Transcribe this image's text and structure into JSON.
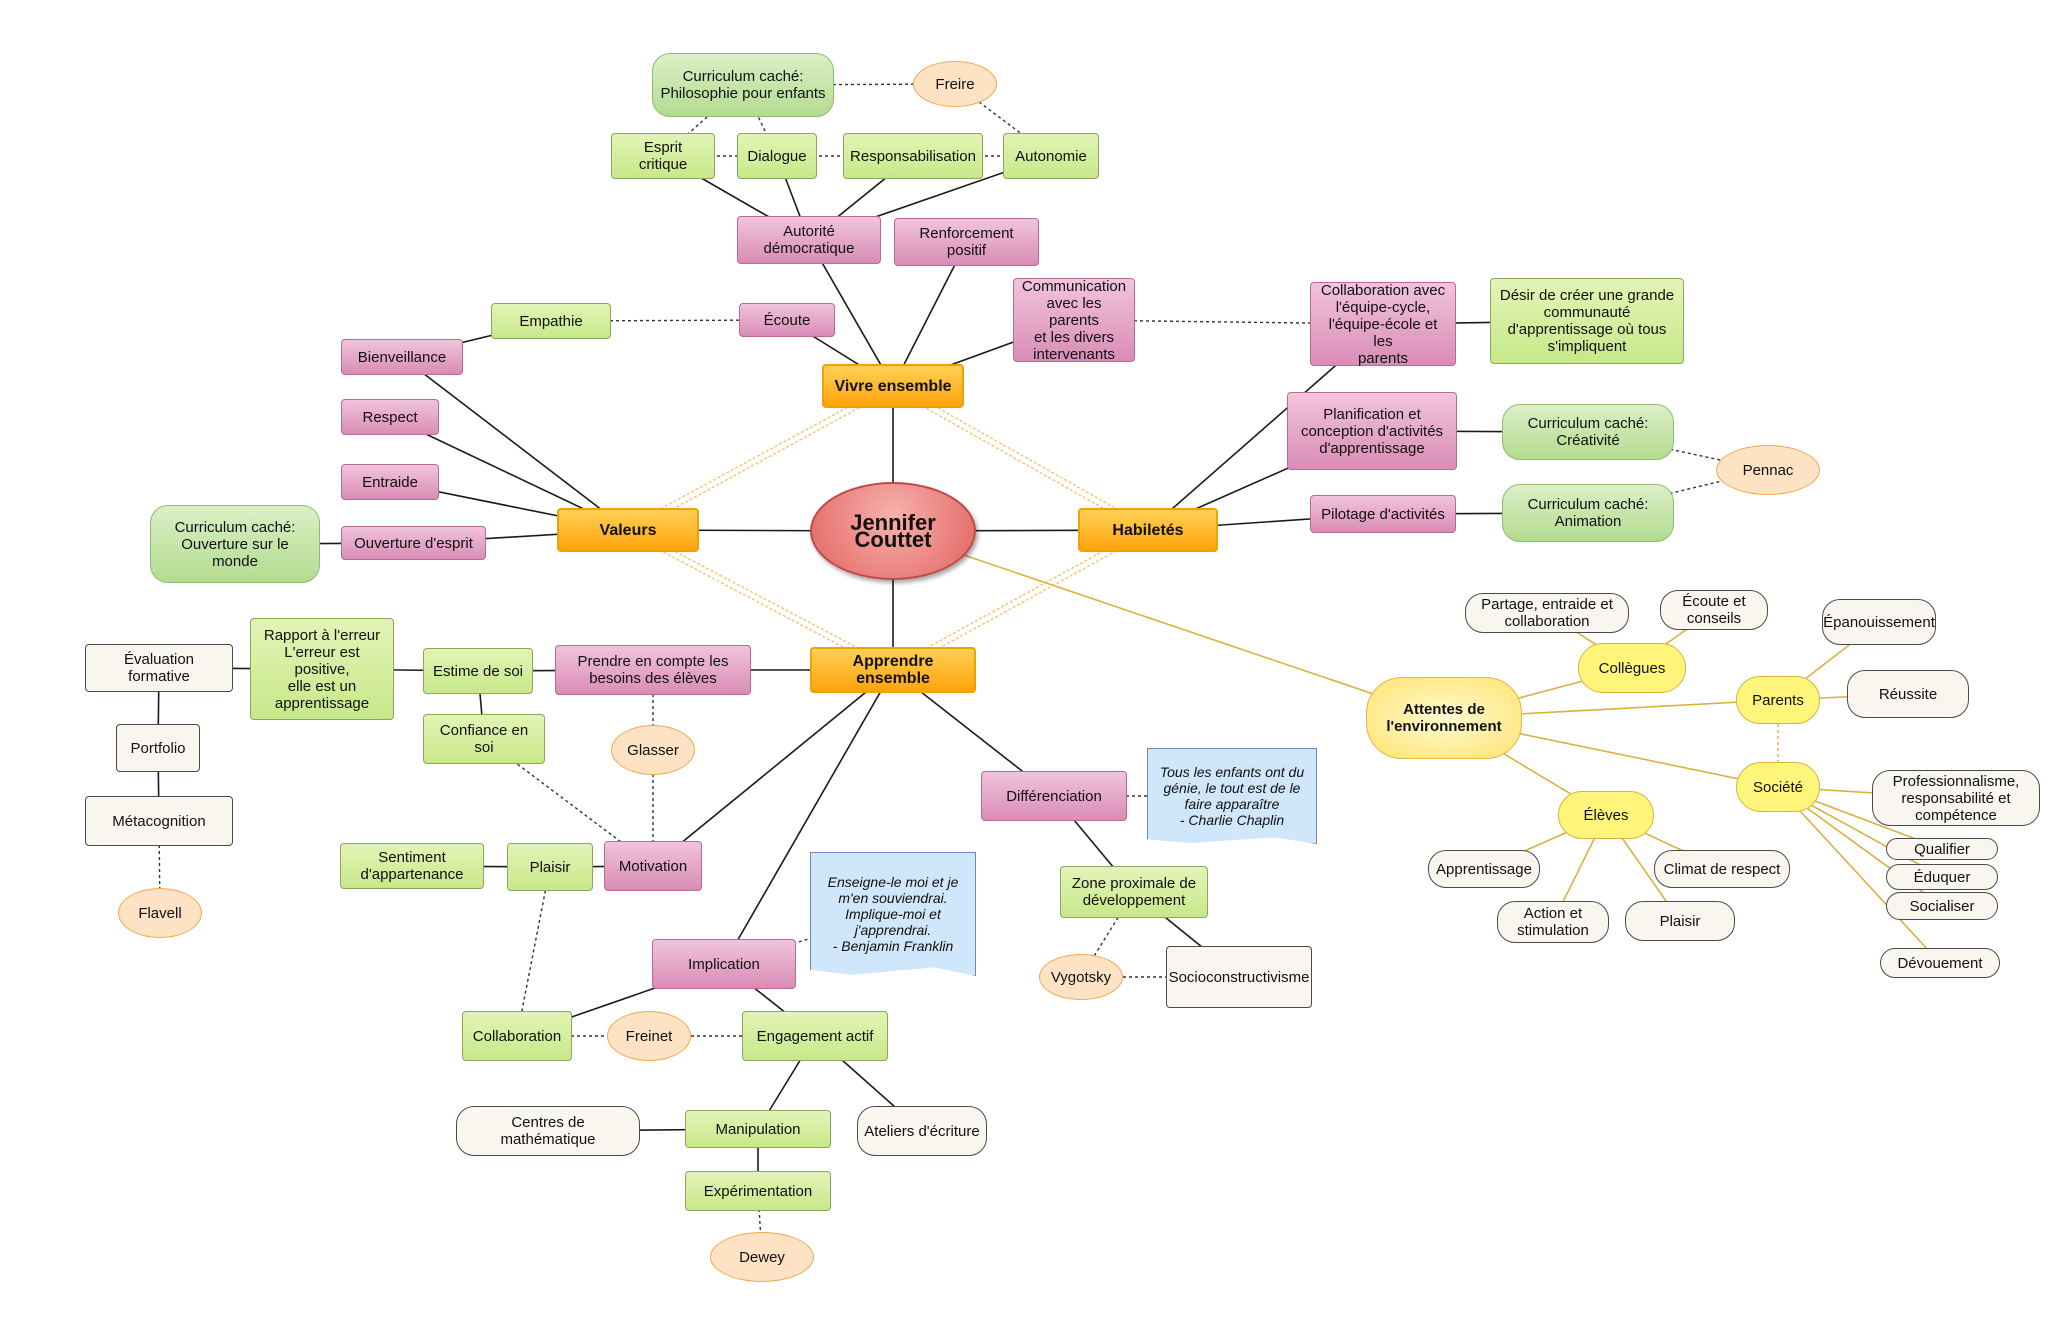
{
  "nodes": {
    "center": "Jennifer Couttet",
    "vivre": "Vivre ensemble",
    "valeurs": "Valeurs",
    "habiletes": "Habiletés",
    "apprendre": "Apprendre ensemble",
    "attentes": "Attentes de\nl'environnement",
    "cc_philo": "Curriculum caché:\nPhilosophie pour enfants",
    "freire": "Freire",
    "esprit_critique": "Esprit critique",
    "dialogue": "Dialogue",
    "responsabilisation": "Responsabilisation",
    "autonomie": "Autonomie",
    "autorite": "Autorité\ndémocratique",
    "renforcement": "Renforcement positif",
    "ecoute": "Écoute",
    "communication": "Communication\navec les parents\net les divers\nintervenants",
    "empathie": "Empathie",
    "bienveillance": "Bienveillance",
    "respect": "Respect",
    "entraide": "Entraide",
    "ouverture": "Ouverture d'esprit",
    "cc_monde": "Curriculum caché:\nOuverture sur le monde",
    "collab_equipe": "Collaboration avec\nl'équipe-cycle,\nl'équipe-école et les\nparents",
    "desir": "Désir de créer une grande\ncommunauté\nd'apprentissage où tous\ns'impliquent",
    "planification": "Planification et\nconception d'activités\nd'apprentissage",
    "cc_creativite": "Curriculum caché:\nCréativité",
    "pilotage": "Pilotage d'activités",
    "cc_animation": "Curriculum caché:\nAnimation",
    "pennac": "Pennac",
    "eval_formative": "Évaluation formative",
    "rapport_erreur": "Rapport à l'erreur\nL'erreur est positive,\nelle est un\napprentissage",
    "estime": "Estime de soi",
    "prendre_compte": "Prendre en compte les\nbesoins des élèves",
    "portfolio": "Portfolio",
    "confiance": "Confiance en soi",
    "glasser": "Glasser",
    "metacognition": "Métacognition",
    "flavell": "Flavell",
    "sentiment": "Sentiment\nd'appartenance",
    "plaisir": "Plaisir",
    "motivation": "Motivation",
    "quote_franklin": "Enseigne-le moi et je\nm'en souviendrai.\nImplique-moi et\nj'apprendrai.\n- Benjamin Franklin",
    "implication": "Implication",
    "collaboration": "Collaboration",
    "freinet": "Freinet",
    "engagement": "Engagement actif",
    "centres_math": "Centres de mathématique",
    "manipulation": "Manipulation",
    "ateliers": "Ateliers d'écriture",
    "experimentation": "Expérimentation",
    "dewey": "Dewey",
    "differenciation": "Différenciation",
    "quote_chaplin": "Tous les enfants ont du\ngénie, le tout est de le\nfaire apparaître\n- Charlie Chaplin",
    "zpd": "Zone proximale de\ndéveloppement",
    "vygotsky": "Vygotsky",
    "socio": "Socioconstructivisme",
    "partage": "Partage, entraide et\ncollaboration",
    "ecoute_conseils": "Écoute et\nconseils",
    "collegues": "Collègues",
    "epanouissement": "Épanouissement",
    "parents": "Parents",
    "reussite": "Réussite",
    "societe": "Société",
    "professionnalisme": "Professionnalisme,\nresponsabilité et\ncompétence",
    "qualifier": "Qualifier",
    "eduquer": "Éduquer",
    "socialiser": "Socialiser",
    "devouement": "Dévouement",
    "eleves": "Élèves",
    "apprentissage": "Apprentissage",
    "climat": "Climat de respect",
    "action": "Action et\nstimulation",
    "plaisir2": "Plaisir"
  },
  "colors": {
    "solid_line": "#1a1a1a",
    "dotted_line": "#333333",
    "orange_double": "#f3c46a",
    "attentes_line": "#dcb040"
  }
}
